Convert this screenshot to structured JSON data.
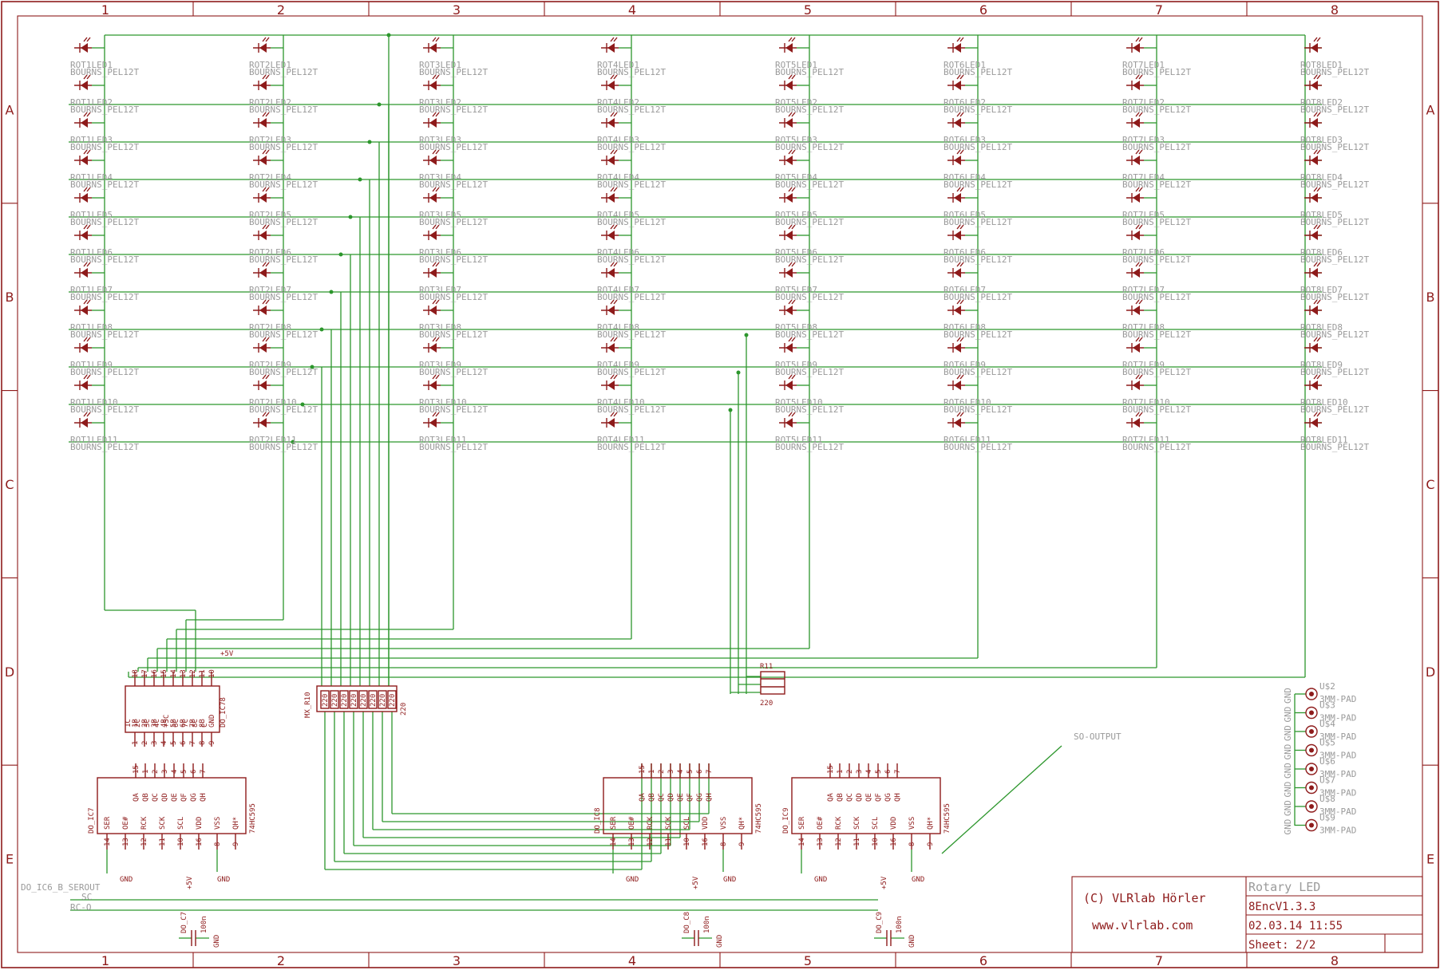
{
  "sheet": {
    "columns": [
      "1",
      "2",
      "3",
      "4",
      "5",
      "6",
      "7",
      "8"
    ],
    "rows": [
      "A",
      "B",
      "C",
      "D",
      "E"
    ]
  },
  "leds": {
    "encoders": [
      "ROT1",
      "ROT2",
      "ROT3",
      "ROT4",
      "ROT5",
      "ROT6",
      "ROT7",
      "ROT8"
    ],
    "per_encoder": 11,
    "value": "BOURNS_PEL12T"
  },
  "chips": {
    "ic7": {
      "name": "DO_IC7",
      "value": "74HC595"
    },
    "ic8": {
      "name": "DO_IC8",
      "value": "74HC595"
    },
    "ic9": {
      "name": "DO_IC9",
      "value": "74HC595"
    },
    "ic78": {
      "name": "DO_IC78"
    },
    "pin_top": [
      "QA",
      "QB",
      "QC",
      "QD",
      "QE",
      "QF",
      "QG",
      "QH"
    ],
    "pin_bottom": [
      "SER",
      "OE#",
      "RCK",
      "SCK",
      "SCL",
      "VDD",
      "VSS",
      "QH*"
    ],
    "pin_bottom_nums": [
      "14",
      "13",
      "12",
      "11",
      "10",
      "16",
      "8",
      "9"
    ],
    "pin_top_nums": [
      "15",
      "1",
      "2",
      "3",
      "4",
      "5",
      "6",
      "7"
    ],
    "driver_top": [
      "1B",
      "2B",
      "3B",
      "4B",
      "5B",
      "6B",
      "7B",
      "8B",
      "GND"
    ],
    "driver_bottom": [
      "1C",
      "2C",
      "3C",
      "4C",
      "+5C",
      "6C",
      "7C",
      "8C",
      "C"
    ],
    "driver_top_nums": [
      "18",
      "17",
      "16",
      "15",
      "14",
      "13",
      "12",
      "11",
      "10"
    ],
    "driver_bottom_nums": [
      "1",
      "2",
      "3",
      "4",
      "5",
      "6",
      "7",
      "8",
      "9"
    ]
  },
  "resistors": {
    "array": {
      "name": "MX_R10",
      "value": "220"
    },
    "r11": {
      "name": "R11",
      "value": "220"
    }
  },
  "caps": {
    "c7": {
      "name": "DO_C7",
      "value": "100n"
    },
    "c8": {
      "name": "DO_C8",
      "value": "100n"
    },
    "c9": {
      "name": "DO_C9",
      "value": "100n"
    }
  },
  "pads": {
    "names": [
      "U$2",
      "U$3",
      "U$4",
      "U$5",
      "U$6",
      "U$7",
      "U$8",
      "U$9"
    ],
    "value": "3MM-PAD",
    "net": "GND"
  },
  "nets": {
    "gnd": "GND",
    "vcc": "+5V",
    "serin": "DO_IC6_B_SEROUT",
    "sc": "SC",
    "rco": "RC-O",
    "soutput": "SO-OUTPUT"
  },
  "title_block": {
    "copyright": "(C) VLRlab Hörler",
    "url": "www.vlrlab.com",
    "title": "Rotary LED",
    "version": "8EncV1.3.3",
    "date": "02.03.14 11:55",
    "sheet": "Sheet: 2/2"
  }
}
